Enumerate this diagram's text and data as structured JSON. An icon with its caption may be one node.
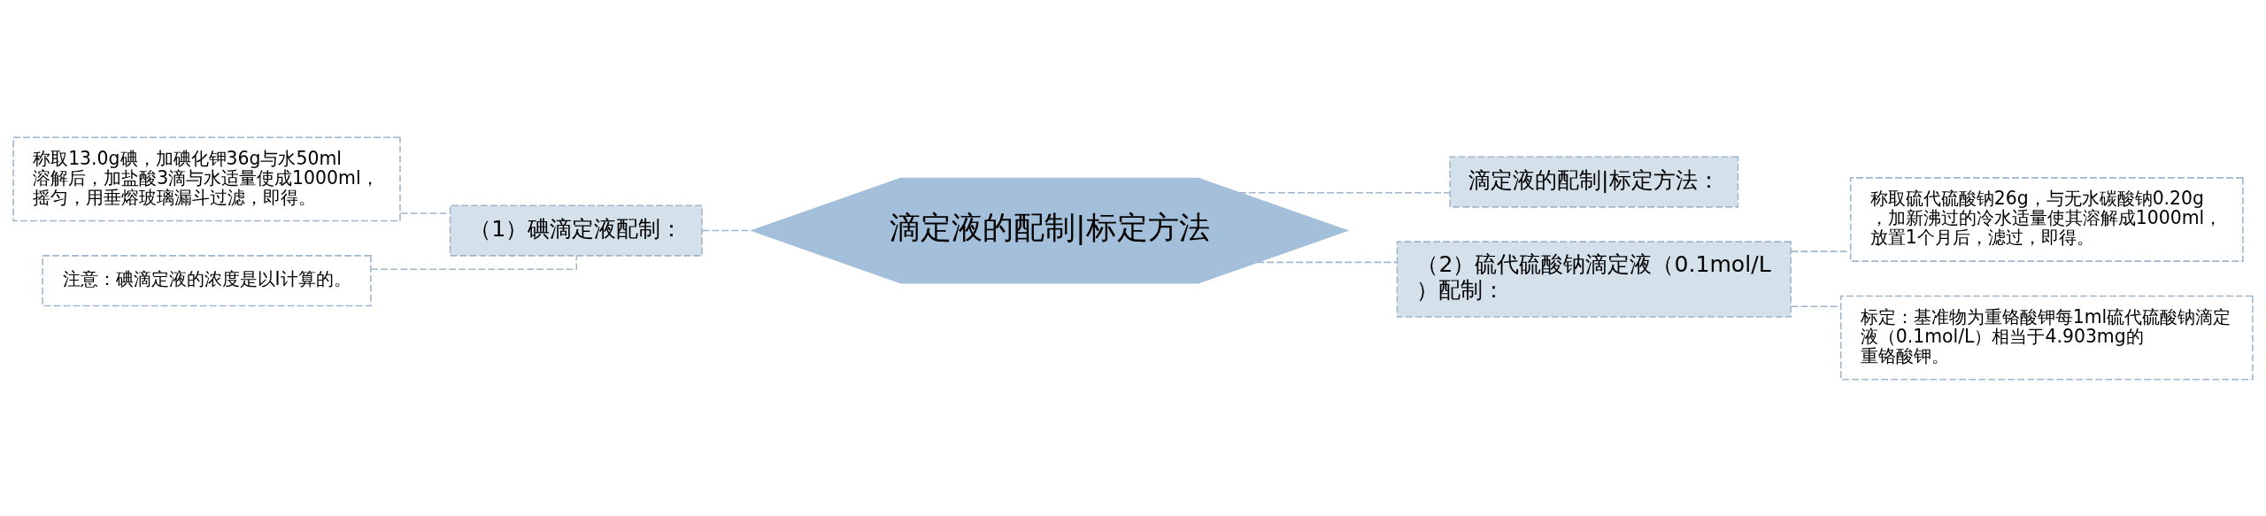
{
  "diagram": {
    "nodes": [
      {
        "text": [
          "滴定液的配制|标定方法"
        ]
      },
      {
        "text": [
          "（1）碘滴定液配制："
        ]
      },
      {
        "text": [
          "称取13.0g碘，加碘化钾36g与水50ml溶解后，加盐酸3滴与水适量使成1000ml，摇匀，用垂熔玻璃漏斗过滤，即得。"
        ]
      },
      {
        "text": [
          "注意：碘滴定液的浓度是以I计算的。"
        ]
      },
      {
        "text": [
          "滴定液的配制|标定方法："
        ]
      },
      {
        "text": [
          "（2）硫代硫酸钠滴定液（0.1mol/L）配制："
        ]
      },
      {
        "text": [
          "称取硫代硫酸钠26g，与无水碳酸钠0.20g，加新沸过的冷水适量使其溶解成1000ml，放置1个月后，滤过，即得。"
        ]
      },
      {
        "text": [
          "标定：基准物为重铬酸钾每1ml硫代硫酸钠滴定液（0.1mol/L）相当于4.903mg的重铬酸钾。"
        ]
      }
    ],
    "edges": [
      {
        "from": 0,
        "to": 1,
        "arrow": "none",
        "style": "dashed"
      },
      {
        "from": 1,
        "to": 2,
        "arrow": "none",
        "style": "dashed"
      },
      {
        "from": 1,
        "to": 3,
        "arrow": "none",
        "style": "dashed"
      },
      {
        "from": 0,
        "to": 4,
        "arrow": "none",
        "style": "dashed"
      },
      {
        "from": 0,
        "to": 5,
        "arrow": "none",
        "style": "dashed"
      },
      {
        "from": 5,
        "to": 6,
        "arrow": "none",
        "style": "dashed"
      },
      {
        "from": 5,
        "to": 7,
        "arrow": "none",
        "style": "dashed"
      }
    ]
  }
}
